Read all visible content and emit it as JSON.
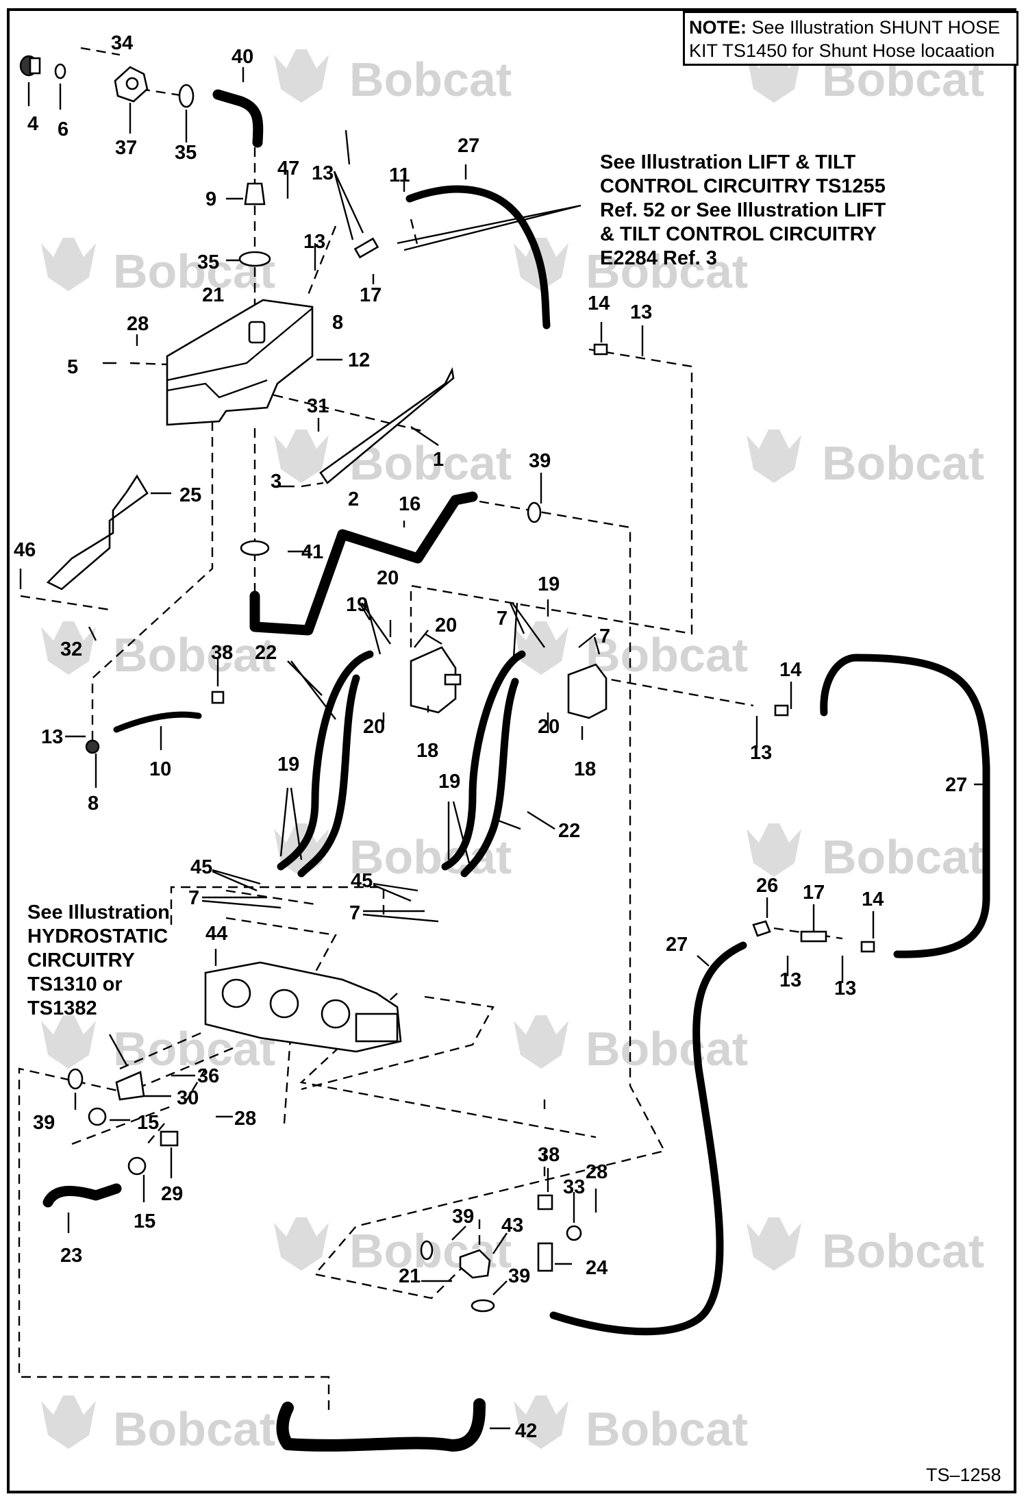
{
  "note": {
    "bold": "NOTE:",
    "line1": " See Illustration SHUNT HOSE",
    "line2": "KIT TS1450 for Shunt Hose locaation"
  },
  "refs": {
    "lift_tilt": [
      "See Illustration LIFT & TILT",
      "CONTROL CIRCUITRY TS1255",
      "Ref. 52 or See Illustration LIFT",
      "& TILT CONTROL CIRCUITRY",
      "E2284 Ref. 3"
    ],
    "hydrostatic": [
      "See Illustration",
      "HYDROSTATIC",
      "CIRCUITRY",
      "TS1310 or",
      "TS1382"
    ]
  },
  "drawing_id": "TS–1258",
  "watermark": "Bobcat",
  "watermark_logo_icon": "bobcat-head-icon",
  "part_labels": [
    {
      "id": "label-34",
      "text": "34"
    },
    {
      "id": "label-40",
      "text": "40"
    },
    {
      "id": "label-4",
      "text": "4"
    },
    {
      "id": "label-6",
      "text": "6"
    },
    {
      "id": "label-37",
      "text": "37"
    },
    {
      "id": "label-35a",
      "text": "35"
    },
    {
      "id": "label-27a",
      "text": "27"
    },
    {
      "id": "label-47",
      "text": "47"
    },
    {
      "id": "label-13a",
      "text": "13"
    },
    {
      "id": "label-11",
      "text": "11"
    },
    {
      "id": "label-9",
      "text": "9"
    },
    {
      "id": "label-13b",
      "text": "13"
    },
    {
      "id": "label-35b",
      "text": "35"
    },
    {
      "id": "label-21a",
      "text": "21"
    },
    {
      "id": "label-17a",
      "text": "17"
    },
    {
      "id": "label-8a",
      "text": "8"
    },
    {
      "id": "label-14a",
      "text": "14"
    },
    {
      "id": "label-13c",
      "text": "13"
    },
    {
      "id": "label-28a",
      "text": "28"
    },
    {
      "id": "label-5",
      "text": "5"
    },
    {
      "id": "label-12",
      "text": "12"
    },
    {
      "id": "label-31",
      "text": "31"
    },
    {
      "id": "label-1",
      "text": "1"
    },
    {
      "id": "label-39a",
      "text": "39"
    },
    {
      "id": "label-25",
      "text": "25"
    },
    {
      "id": "label-3",
      "text": "3"
    },
    {
      "id": "label-2",
      "text": "2"
    },
    {
      "id": "label-16",
      "text": "16"
    },
    {
      "id": "label-46",
      "text": "46"
    },
    {
      "id": "label-41",
      "text": "41"
    },
    {
      "id": "label-20a",
      "text": "20"
    },
    {
      "id": "label-19a",
      "text": "19"
    },
    {
      "id": "label-20b",
      "text": "20"
    },
    {
      "id": "label-7a",
      "text": "7"
    },
    {
      "id": "label-19b",
      "text": "19"
    },
    {
      "id": "label-7b",
      "text": "7"
    },
    {
      "id": "label-32",
      "text": "32"
    },
    {
      "id": "label-38a",
      "text": "38"
    },
    {
      "id": "label-22a",
      "text": "22"
    },
    {
      "id": "label-14b",
      "text": "14"
    },
    {
      "id": "label-13d",
      "text": "13"
    },
    {
      "id": "label-20c",
      "text": "20"
    },
    {
      "id": "label-18a",
      "text": "18"
    },
    {
      "id": "label-20d",
      "text": "20"
    },
    {
      "id": "label-18b",
      "text": "18"
    },
    {
      "id": "label-10",
      "text": "10"
    },
    {
      "id": "label-13e",
      "text": "13"
    },
    {
      "id": "label-8b",
      "text": "8"
    },
    {
      "id": "label-27b",
      "text": "27"
    },
    {
      "id": "label-19c",
      "text": "19"
    },
    {
      "id": "label-19d",
      "text": "19"
    },
    {
      "id": "label-22b",
      "text": "22"
    },
    {
      "id": "label-45a",
      "text": "45"
    },
    {
      "id": "label-45b",
      "text": "45"
    },
    {
      "id": "label-7c",
      "text": "7"
    },
    {
      "id": "label-7d",
      "text": "7"
    },
    {
      "id": "label-26",
      "text": "26"
    },
    {
      "id": "label-17b",
      "text": "17"
    },
    {
      "id": "label-14c",
      "text": "14"
    },
    {
      "id": "label-44",
      "text": "44"
    },
    {
      "id": "label-27c",
      "text": "27"
    },
    {
      "id": "label-13f",
      "text": "13"
    },
    {
      "id": "label-13g",
      "text": "13"
    },
    {
      "id": "label-36",
      "text": "36"
    },
    {
      "id": "label-30",
      "text": "30"
    },
    {
      "id": "label-39b",
      "text": "39"
    },
    {
      "id": "label-15a",
      "text": "15"
    },
    {
      "id": "label-28b",
      "text": "28"
    },
    {
      "id": "label-29",
      "text": "29"
    },
    {
      "id": "label-15b",
      "text": "15"
    },
    {
      "id": "label-23",
      "text": "23"
    },
    {
      "id": "label-38b",
      "text": "38"
    },
    {
      "id": "label-33",
      "text": "33"
    },
    {
      "id": "label-28c",
      "text": "28"
    },
    {
      "id": "label-39c",
      "text": "39"
    },
    {
      "id": "label-43",
      "text": "43"
    },
    {
      "id": "label-24",
      "text": "24"
    },
    {
      "id": "label-21b",
      "text": "21"
    },
    {
      "id": "label-39d",
      "text": "39"
    },
    {
      "id": "label-42",
      "text": "42"
    }
  ]
}
